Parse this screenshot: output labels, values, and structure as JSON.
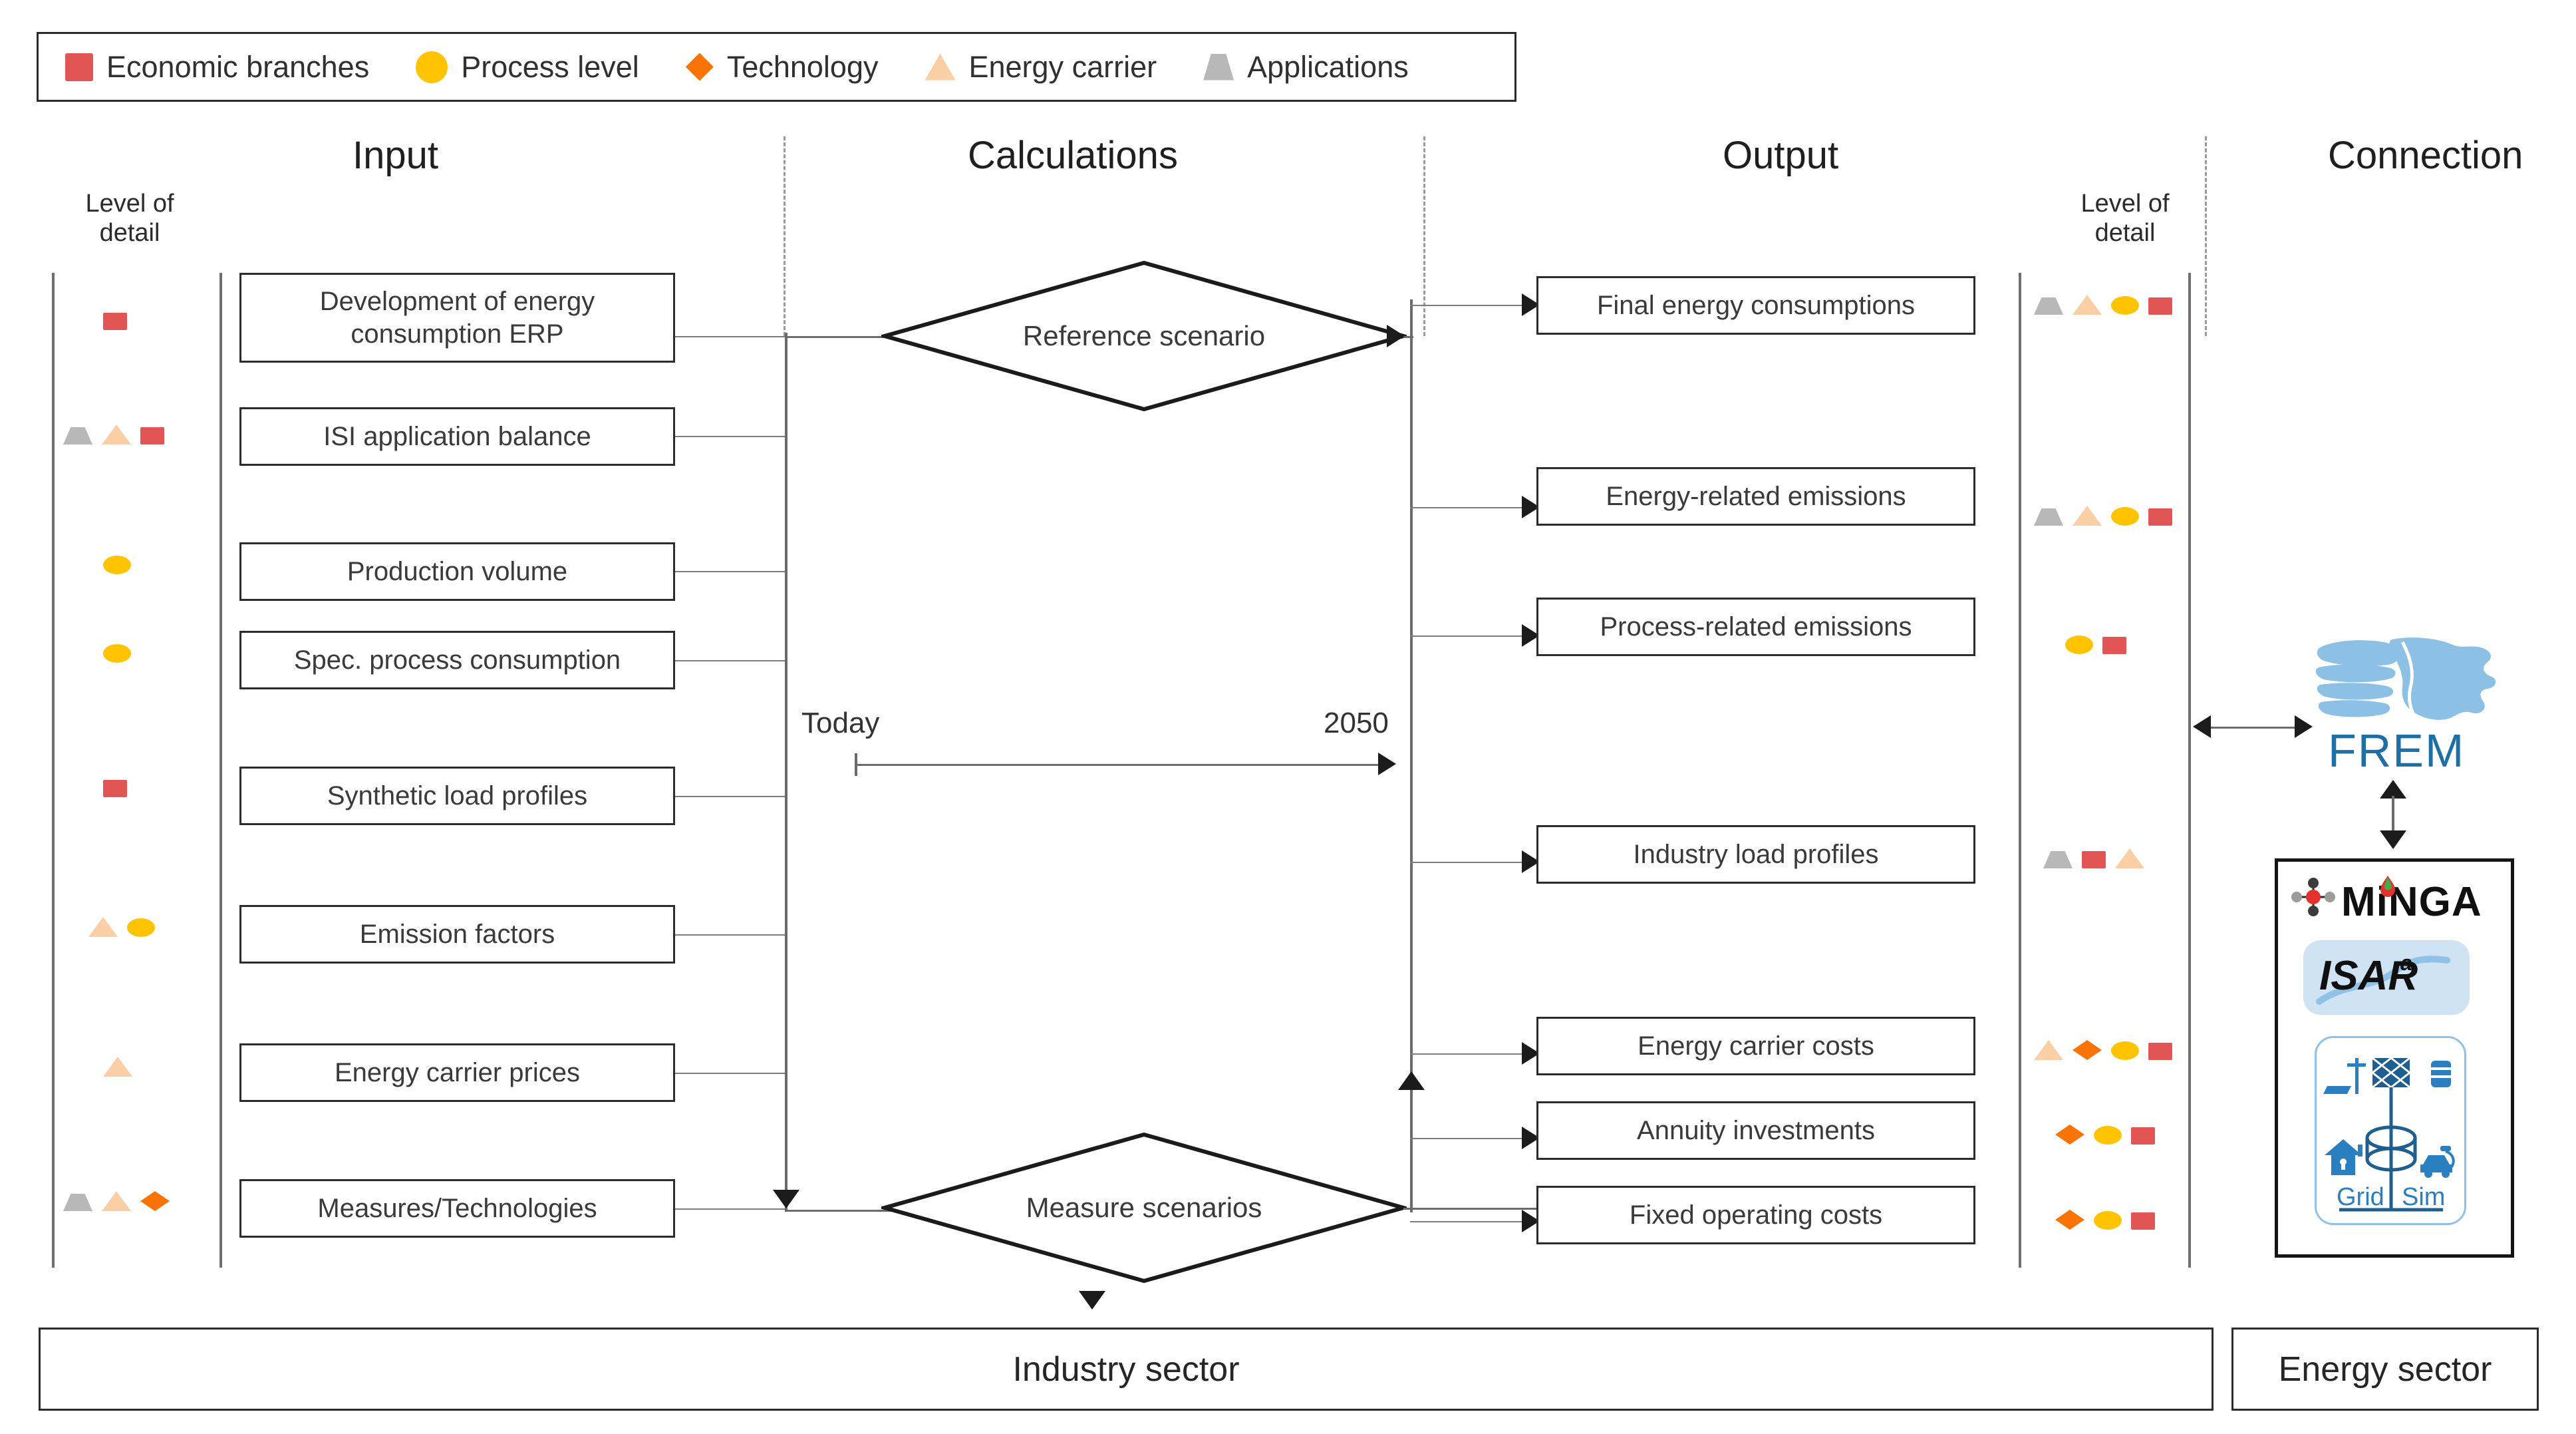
{
  "legend": {
    "items": [
      {
        "label": "Economic branches",
        "marker": "square",
        "color": "#e15554"
      },
      {
        "label": "Process level",
        "marker": "circle",
        "color": "#ffc400"
      },
      {
        "label": "Technology",
        "marker": "diamond",
        "color": "#f97306"
      },
      {
        "label": "Energy carrier",
        "marker": "triangle",
        "color": "#fbcfa6"
      },
      {
        "label": "Applications",
        "marker": "trapezoid",
        "color": "#b8b8b8"
      }
    ]
  },
  "sections": {
    "input": "Input",
    "calculations": "Calculations",
    "output": "Output",
    "connection": "Connection",
    "level_of_detail_left": "Level of\ndetail",
    "level_of_detail_left_l1": "Level of",
    "level_of_detail_left_l2": "detail",
    "level_of_detail_right_l1": "Level of",
    "level_of_detail_right_l2": "detail"
  },
  "inputs": [
    {
      "label": "Development of energy consumption ERP",
      "lod": [
        "square"
      ]
    },
    {
      "label": "ISI application balance",
      "lod": [
        "trapezoid",
        "triangle",
        "square"
      ]
    },
    {
      "label": "Production volume",
      "lod": [
        "circle"
      ]
    },
    {
      "label": "Spec. process consumption",
      "lod": [
        "circle"
      ]
    },
    {
      "label": "Synthetic load profiles",
      "lod": [
        "square"
      ]
    },
    {
      "label": "Emission factors",
      "lod": [
        "triangle",
        "circle"
      ]
    },
    {
      "label": "Energy carrier prices",
      "lod": [
        "triangle"
      ]
    },
    {
      "label": "Measures/Technologies",
      "lod": [
        "trapezoid",
        "triangle",
        "diamond"
      ]
    }
  ],
  "calculations": {
    "reference_scenario": "Reference scenario",
    "measure_scenarios": "Measure scenarios",
    "timeline_start": "Today",
    "timeline_end": "2050"
  },
  "outputs": [
    {
      "label": "Final energy consumptions",
      "lod": [
        "trapezoid",
        "triangle",
        "circle",
        "square"
      ]
    },
    {
      "label": "Energy-related emissions",
      "lod": [
        "trapezoid",
        "triangle",
        "circle",
        "square"
      ]
    },
    {
      "label": "Process-related emissions",
      "lod": [
        "circle",
        "square"
      ]
    },
    {
      "label": "Industry load profiles",
      "lod": [
        "trapezoid",
        "square",
        "triangle"
      ]
    },
    {
      "label": "Energy carrier costs",
      "lod": [
        "triangle",
        "diamond",
        "circle",
        "square"
      ]
    },
    {
      "label": "Annuity investments",
      "lod": [
        "diamond",
        "circle",
        "square"
      ]
    },
    {
      "label": "Fixed operating costs",
      "lod": [
        "diamond",
        "circle",
        "square"
      ]
    }
  ],
  "connection": {
    "frem_label": "FREM",
    "minga_label": "MiNGA",
    "isar_label": "ISAR",
    "isar_super": "a",
    "gridsim_grid": "Grid",
    "gridsim_sim": "Sim"
  },
  "sectors": {
    "industry": "Industry sector",
    "energy": "Energy sector"
  },
  "colors": {
    "economic_branches": "#e15554",
    "process_level": "#ffc400",
    "technology": "#f97306",
    "energy_carrier": "#fbcfa6",
    "applications": "#b8b8b8",
    "frem_blue": "#1d6fa5",
    "isar_blue": "#cfe3f4",
    "line": "#6b6b6b",
    "border": "#2c2c2c"
  }
}
